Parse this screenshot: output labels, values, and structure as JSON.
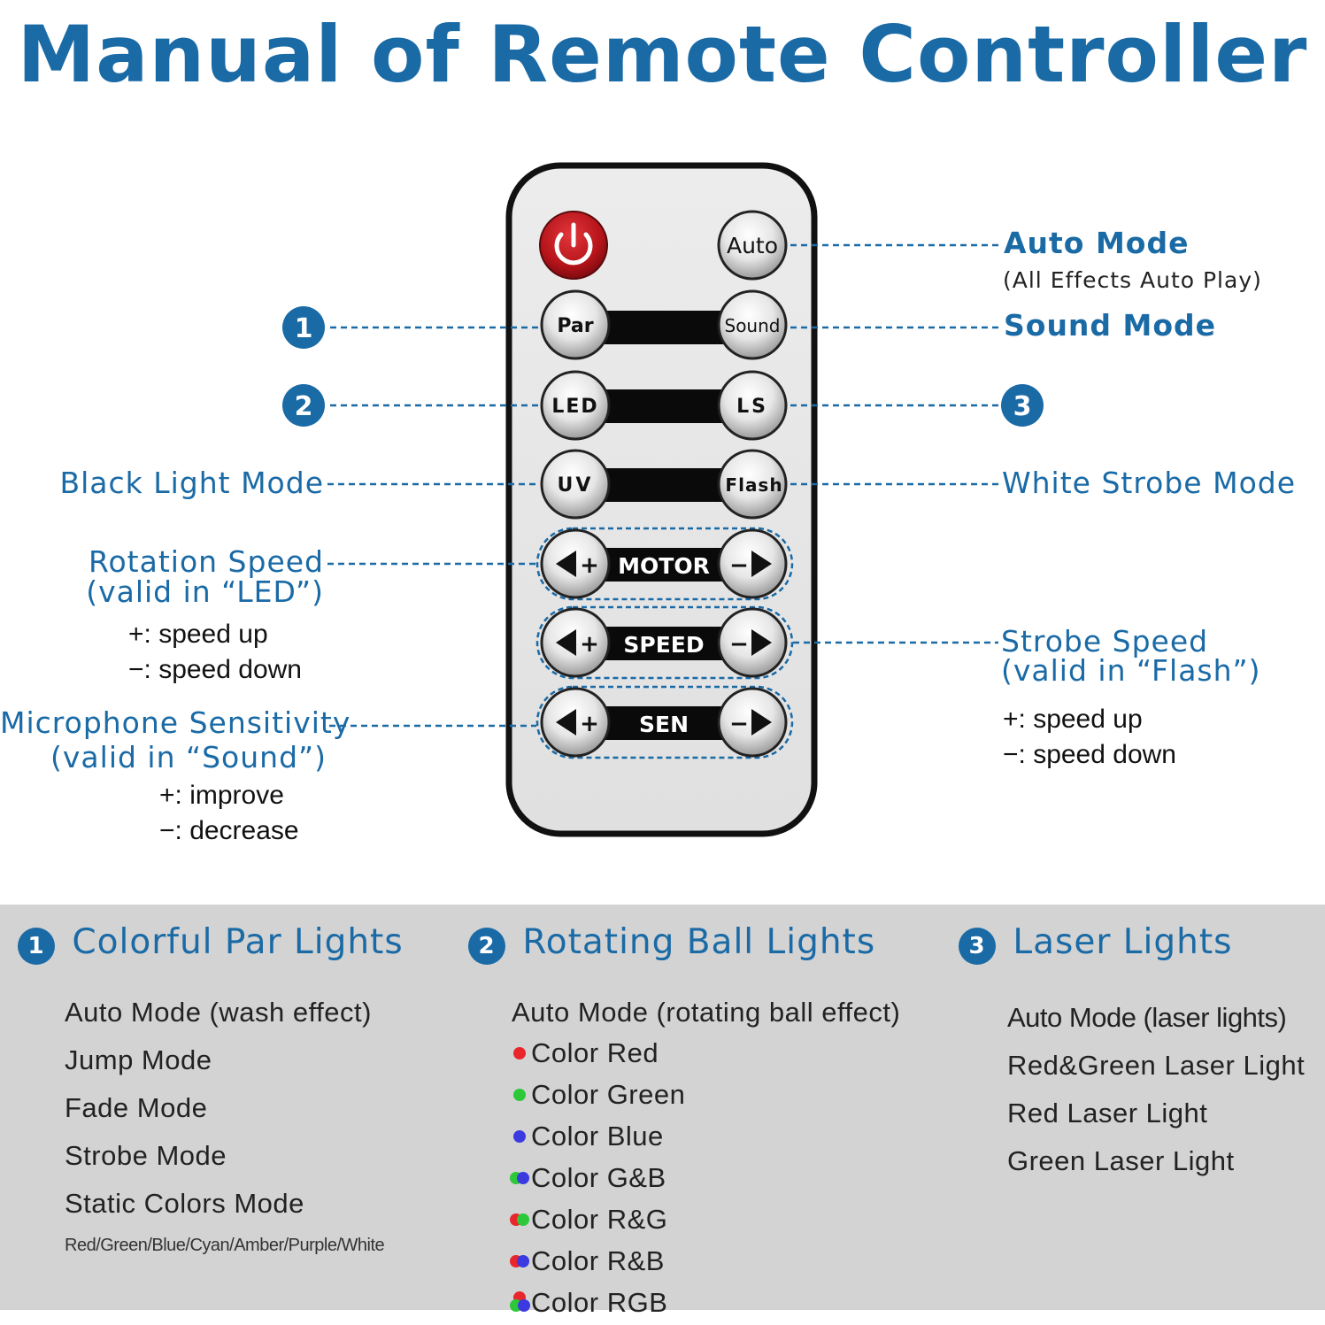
{
  "title": "Manual of Remote Controller",
  "colors": {
    "accent": "#1a6aa6",
    "power_red": "#c4161c",
    "panel_bg": "#d3d3d3"
  },
  "remote": {
    "buttons": {
      "power": "power-icon",
      "auto": "Auto",
      "par": "Par",
      "sound": "Sound",
      "led": "LED",
      "ls": "LS",
      "uv": "UV",
      "flash": "Flash",
      "plus": "+",
      "minus": "−"
    },
    "bars": {
      "motor": "MOTOR",
      "speed": "SPEED",
      "sen": "SEN"
    }
  },
  "callouts": {
    "auto_mode": "Auto Mode",
    "auto_mode_sub": "(All Effects Auto Play)",
    "sound_mode": "Sound Mode",
    "badge1": "1",
    "badge2": "2",
    "badge3": "3",
    "black_light": "Black Light Mode",
    "white_strobe": "White Strobe Mode",
    "rotation_speed": "Rotation Speed",
    "rotation_valid": "(valid in “LED”)",
    "rot_plus": "+:  speed up",
    "rot_minus": "−:  speed down",
    "strobe_speed": "Strobe Speed",
    "strobe_valid": "(valid in “Flash”)",
    "str_plus": "+:  speed up",
    "str_minus": "−:  speed down",
    "mic_sens": "Microphone Sensitivity",
    "mic_valid": "(valid in “Sound”)",
    "mic_plus": "+:  improve",
    "mic_minus": "−:  decrease"
  },
  "sections": [
    {
      "num": "1",
      "title": "Colorful Par Lights",
      "items": [
        "Auto Mode (wash effect)",
        "Jump Mode",
        "Fade Mode",
        "Strobe Mode",
        "Static Colors Mode"
      ],
      "small": "Red/Green/Blue/Cyan/Amber/Purple/White"
    },
    {
      "num": "2",
      "title": "Rotating Ball Lights",
      "items": [
        "Auto Mode (rotating ball effect)",
        "Color Red",
        "Color Green",
        "Color Blue",
        "Color G&B",
        "Color R&G",
        "Color R&B",
        "Color RGB"
      ]
    },
    {
      "num": "3",
      "title": "Laser Lights",
      "items": [
        "Auto Mode (laser lights)",
        "Red&Green Laser Light",
        "Red Laser Light",
        "Green Laser Light"
      ]
    }
  ]
}
